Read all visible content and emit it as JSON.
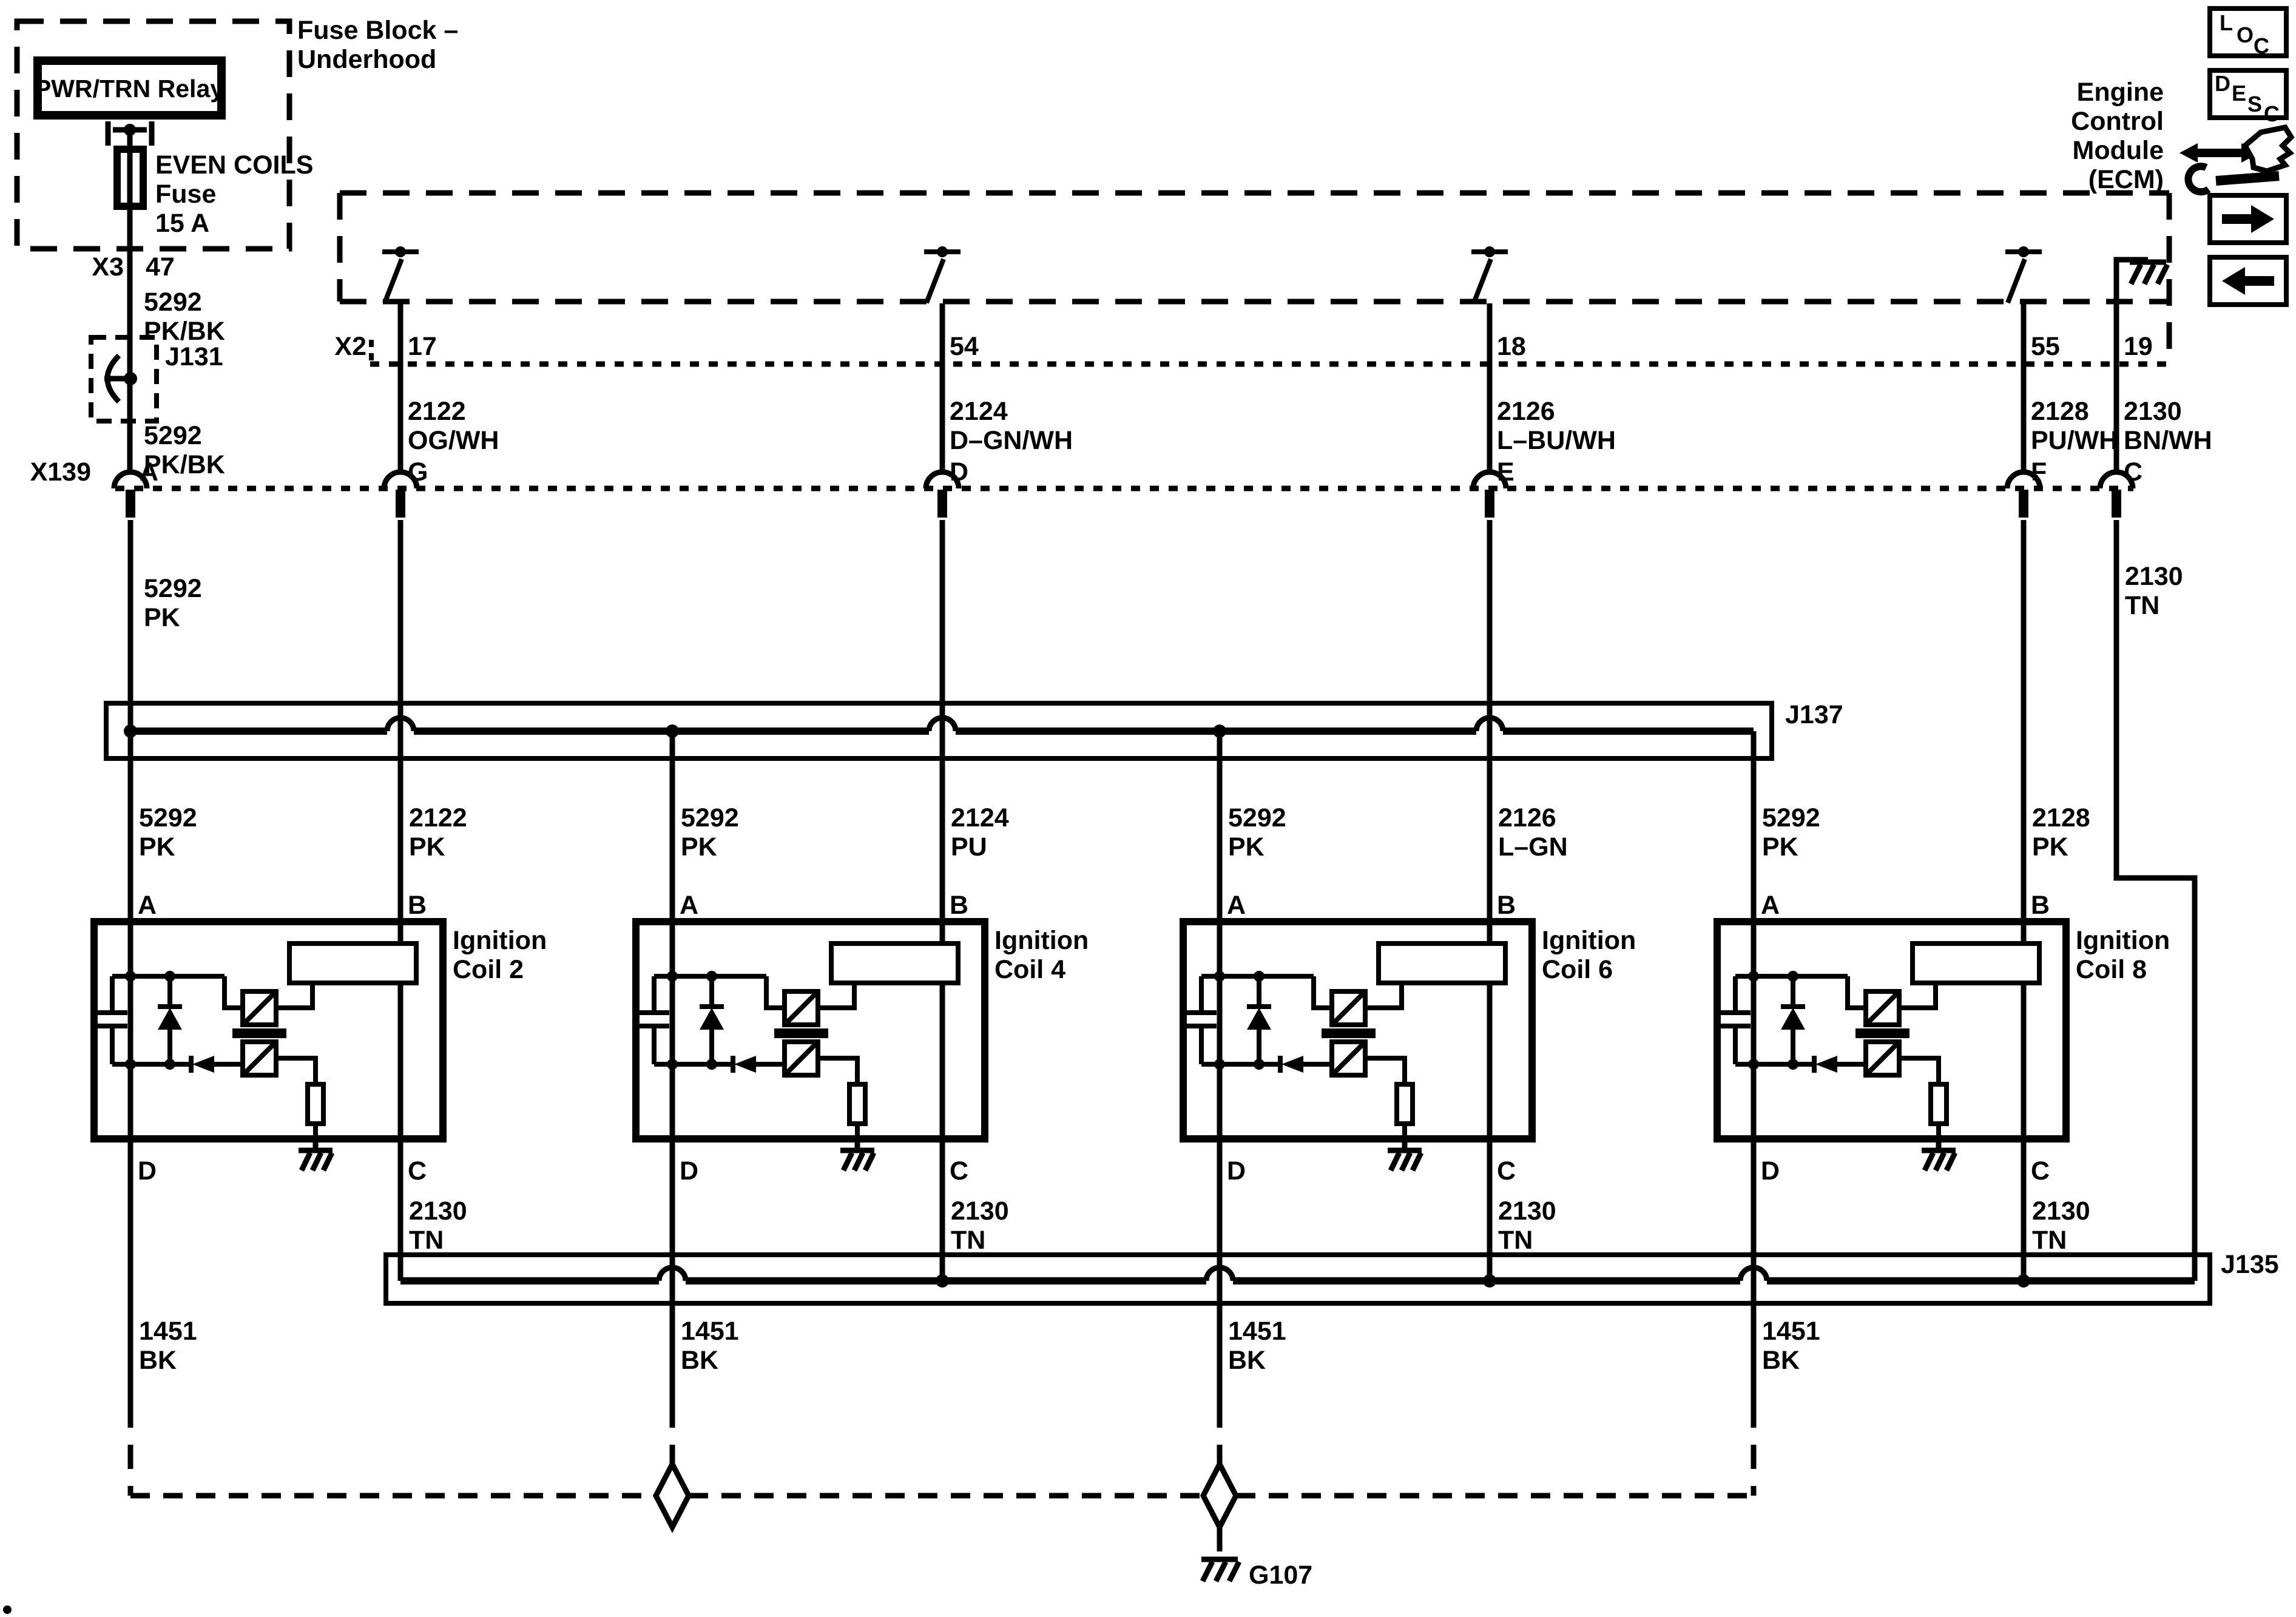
{
  "fuse_block": {
    "title1": "Fuse Block –",
    "title2": "Underhood",
    "relay": "PWR/TRN Relay",
    "fuse1": "EVEN COILS",
    "fuse2": "Fuse",
    "fuse3": "15 A",
    "conn": "X3",
    "pin": "47"
  },
  "ecm": {
    "t1": "Engine",
    "t2": "Control",
    "t3": "Module",
    "t4": "(ECM)",
    "conn": "X2",
    "pins": [
      "17",
      "54",
      "18",
      "55",
      "19"
    ]
  },
  "ecm_wires": [
    [
      "2122",
      "OG/WH"
    ],
    [
      "2124",
      "D–GN/WH"
    ],
    [
      "2126",
      "L–BU/WH"
    ],
    [
      "2128",
      "PU/WH"
    ],
    [
      "2130",
      "BN/WH"
    ]
  ],
  "feed": {
    "l1a": "5292",
    "l1b": "PK/BK",
    "l2a": "5292",
    "l2b": "PK/BK",
    "l3a": "5292",
    "l3b": "PK"
  },
  "right_gnd": {
    "l1": "2130",
    "l2": "TN"
  },
  "x139": {
    "label": "X139",
    "pins": [
      "A",
      "G",
      "D",
      "E",
      "F",
      "C"
    ]
  },
  "splices": {
    "j131": "J131",
    "j137": "J137",
    "j135": "J135",
    "g107": "G107"
  },
  "coils": [
    {
      "title1": "Ignition",
      "title2": "Coil 2",
      "pa": "A",
      "pb": "B",
      "pc": "C",
      "pd": "D",
      "a1": "5292",
      "a2": "PK",
      "b1": "2122",
      "b2": "PK",
      "c1": "2130",
      "c2": "TN",
      "d1": "1451",
      "d2": "BK"
    },
    {
      "title1": "Ignition",
      "title2": "Coil 4",
      "pa": "A",
      "pb": "B",
      "pc": "C",
      "pd": "D",
      "a1": "5292",
      "a2": "PK",
      "b1": "2124",
      "b2": "PU",
      "c1": "2130",
      "c2": "TN",
      "d1": "1451",
      "d2": "BK"
    },
    {
      "title1": "Ignition",
      "title2": "Coil 6",
      "pa": "A",
      "pb": "B",
      "pc": "C",
      "pd": "D",
      "a1": "5292",
      "a2": "PK",
      "b1": "2126",
      "b2": "L–GN",
      "c1": "2130",
      "c2": "TN",
      "d1": "1451",
      "d2": "BK"
    },
    {
      "title1": "Ignition",
      "title2": "Coil 8",
      "pa": "A",
      "pb": "B",
      "pc": "C",
      "pd": "D",
      "a1": "5292",
      "a2": "PK",
      "b1": "2128",
      "b2": "PK",
      "c1": "2130",
      "c2": "TN",
      "d1": "1451",
      "d2": "BK"
    }
  ],
  "nav": {
    "loc": [
      "L",
      "O",
      "C"
    ],
    "desc": [
      "D",
      "E",
      "S",
      "C"
    ]
  }
}
